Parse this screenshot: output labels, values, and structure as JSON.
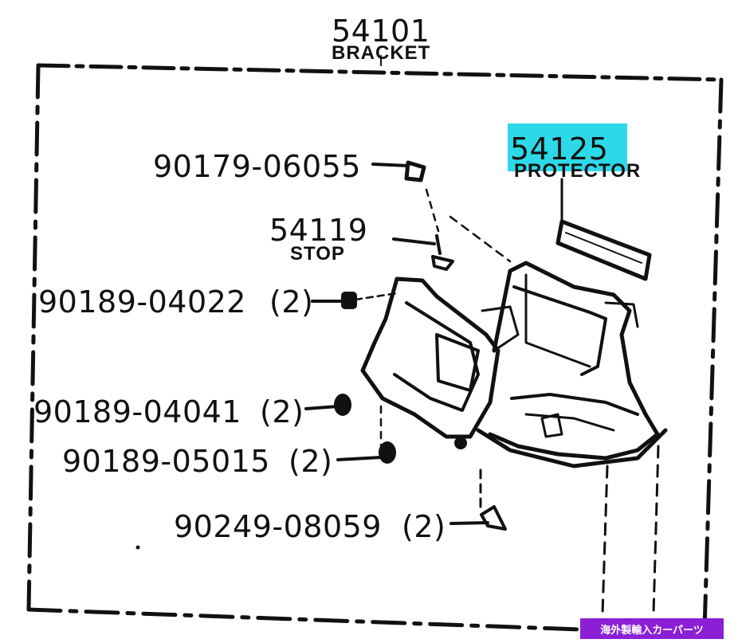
{
  "assembly": {
    "part_number": "54101",
    "name": "BRACKET"
  },
  "highlight": {
    "part_number": "54125",
    "name": "PROTECTOR",
    "color": "#2dd9e8"
  },
  "callouts": [
    {
      "id": "screw",
      "part_number": "90179-06055",
      "qty": ""
    },
    {
      "id": "stop",
      "part_number": "54119",
      "qty": "",
      "name": "STOP"
    },
    {
      "id": "nut-a",
      "part_number": "90189-04022",
      "qty": "(2)"
    },
    {
      "id": "nut-b",
      "part_number": "90189-04041",
      "qty": "(2)"
    },
    {
      "id": "nut-c",
      "part_number": "90189-05015",
      "qty": "(2)"
    },
    {
      "id": "clip",
      "part_number": "90249-08059",
      "qty": "(2)"
    }
  ],
  "watermark": {
    "text": "海外製輸入カーパーツ",
    "color": "#8b1fd6"
  }
}
